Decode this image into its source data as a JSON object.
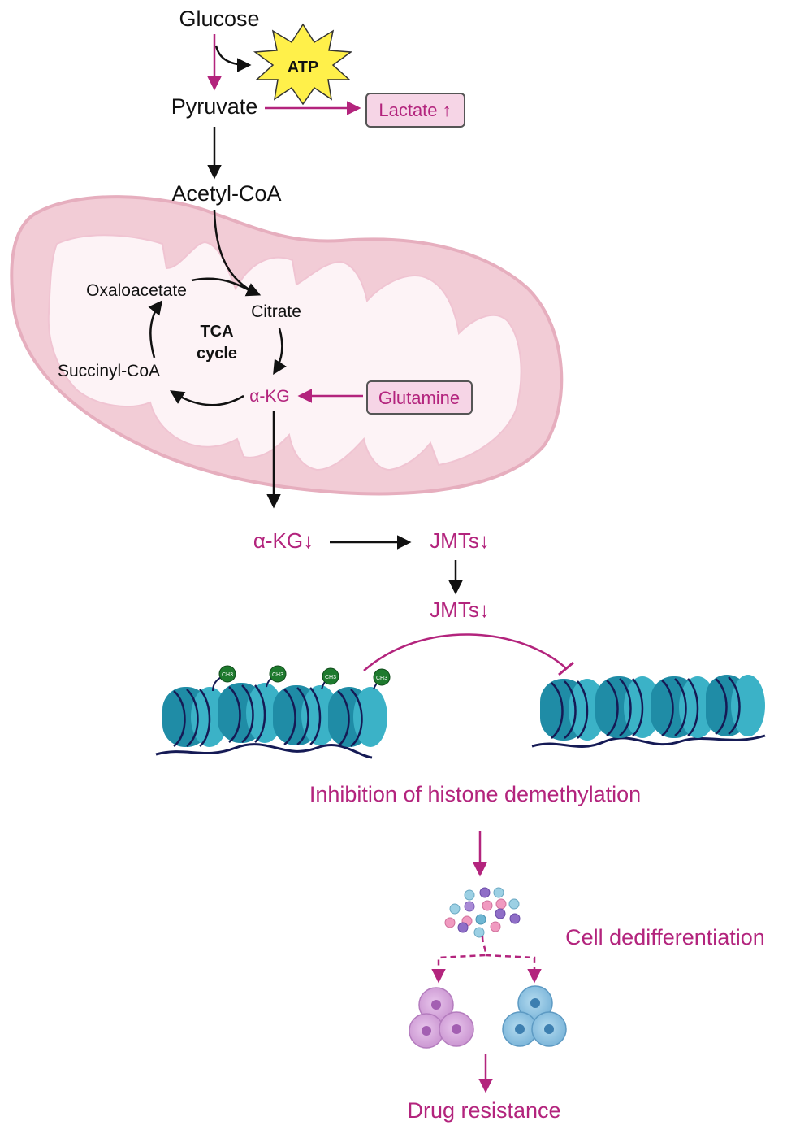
{
  "metabolites": {
    "glucose": "Glucose",
    "atp": "ATP",
    "pyruvate": "Pyruvate",
    "lactate": "Lactate ↑",
    "acetyl_coa": "Acetyl-CoA"
  },
  "tca": {
    "oxaloacetate": "Oxaloacetate",
    "citrate": "Citrate",
    "cycle_line1": "TCA",
    "cycle_line2": "cycle",
    "succinyl_coa": "Succinyl-CoA",
    "akg": "α-KG",
    "glutamine": "Glutamine"
  },
  "downstream": {
    "akg_down": "α-KG↓",
    "jmts_down_1": "JMTs↓",
    "jmts_down_2": "JMTs↓",
    "methyl_tag": "CH3",
    "inhibition": "Inhibition of histone demethylation",
    "dedifferentiation": "Cell dedifferentiation",
    "drug_resistance": "Drug resistance"
  },
  "colors": {
    "magenta": "#b3247d",
    "black": "#111111",
    "mito_fill": "#f2ccd6",
    "mito_stroke": "#e6aebe",
    "box_fill": "#f6d5e6",
    "atp_fill": "#fff04a",
    "nucleosome": "#3bb2c7",
    "nucleosome_dark": "#1f8ca6",
    "dna": "#151a55",
    "methyl_green": "#1e7a2e",
    "cell_pink": "#d7a8dc",
    "cell_blue": "#8fc4e2"
  }
}
